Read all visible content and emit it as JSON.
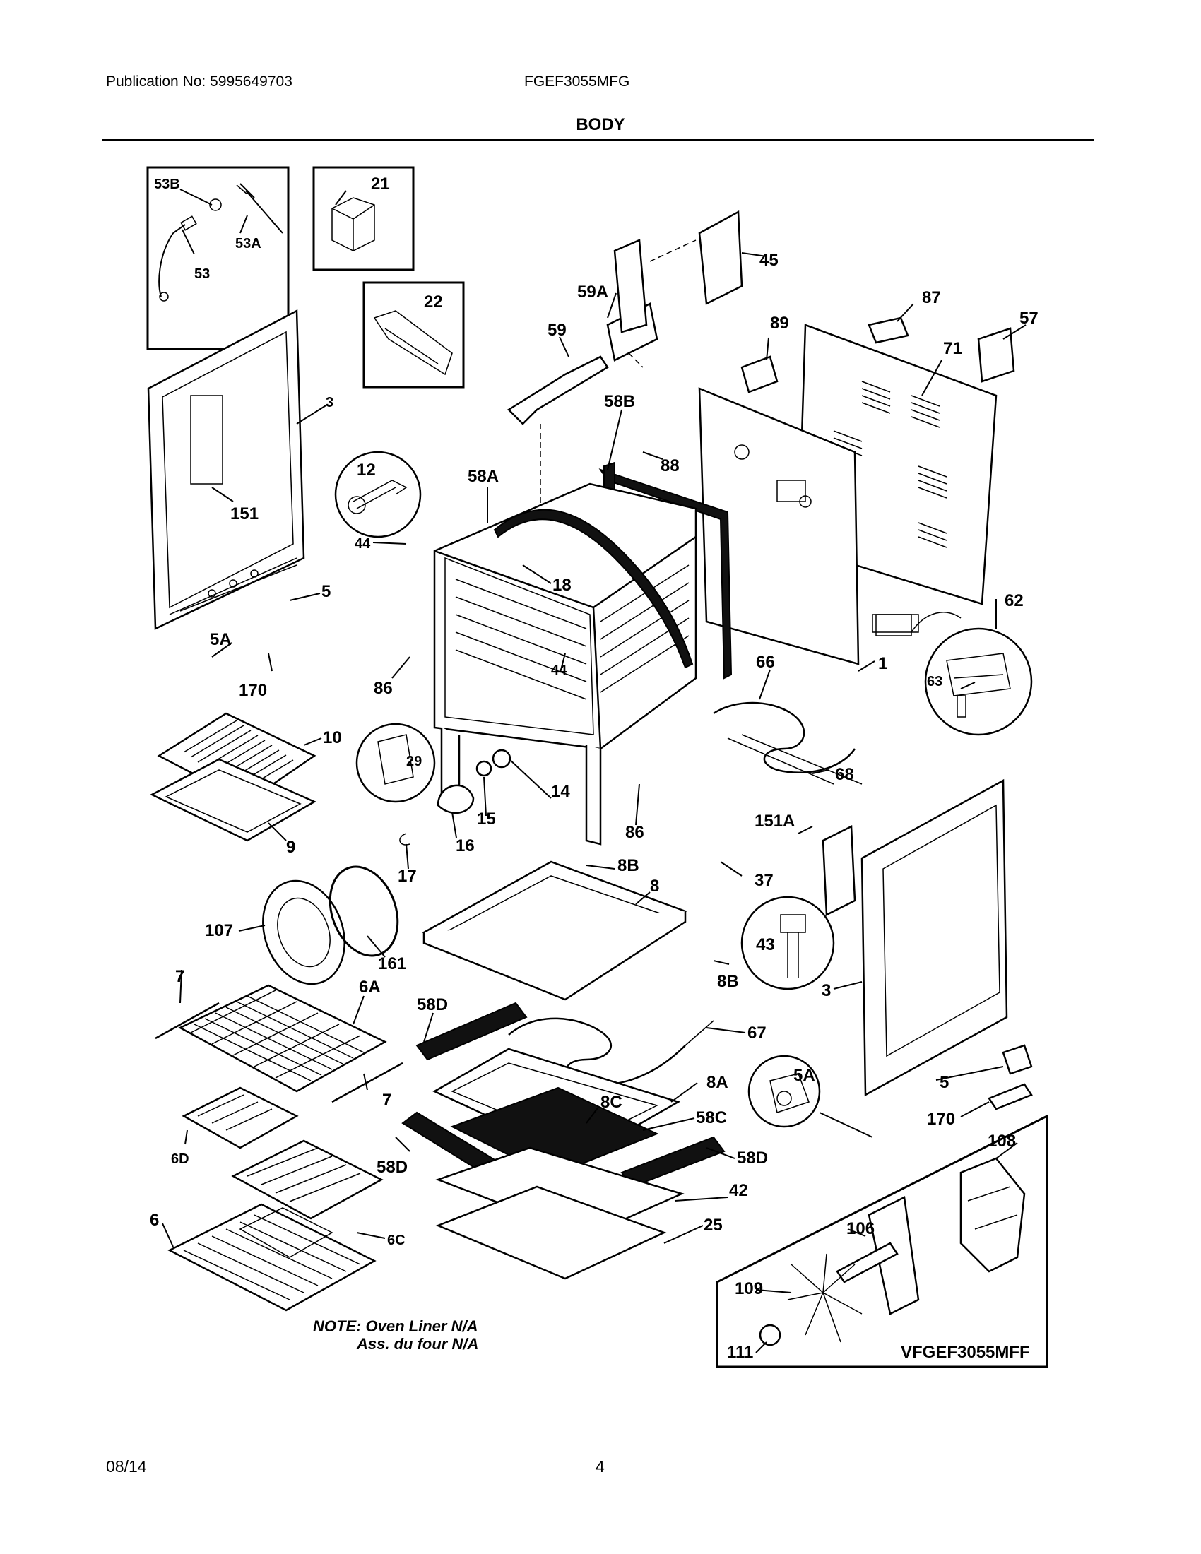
{
  "header": {
    "publication": "Publication No: 5995649703",
    "model": "FGEF3055MFG",
    "section_title": "BODY"
  },
  "labels": {
    "p53B": "53B",
    "p53A": "53A",
    "p53": "53",
    "p21": "21",
    "p22": "22",
    "p45": "45",
    "p59A": "59A",
    "p59": "59",
    "p87": "87",
    "p89": "89",
    "p57": "57",
    "p71": "71",
    "p3_left": "3",
    "p58B": "58B",
    "p88": "88",
    "p12": "12",
    "p58A": "58A",
    "p44_a": "44",
    "p151": "151",
    "p18": "18",
    "p5_left": "5",
    "p5A_left": "5A",
    "p170_left": "170",
    "p86_a": "86",
    "p44_b": "44",
    "p62": "62",
    "p66": "66",
    "p1": "1",
    "p63": "63",
    "p10": "10",
    "p29": "29",
    "p14": "14",
    "p9": "9",
    "p15": "15",
    "p16": "16",
    "p86_b": "86",
    "p68": "68",
    "p151A": "151A",
    "p17": "17",
    "p8B_a": "8B",
    "p37": "37",
    "p8": "8",
    "p107": "107",
    "p161": "161",
    "p43": "43",
    "p8B_b": "8B",
    "p3_right": "3",
    "p7_a": "7",
    "p6A": "6A",
    "p58D_a": "58D",
    "p67": "67",
    "p5A_right": "5A",
    "p7_b": "7",
    "p8A": "8A",
    "p5_right": "5",
    "p8C": "8C",
    "p58C": "58C",
    "p170_right": "170",
    "p6D": "6D",
    "p58D_b": "58D",
    "p58D_c": "58D",
    "p108": "108",
    "p42": "42",
    "p6": "6",
    "p25": "25",
    "p6C": "6C",
    "p106": "106",
    "p109": "109",
    "p111": "111"
  },
  "note": {
    "line1": "NOTE: Oven Liner N/A",
    "line2": "Ass. du four N/A"
  },
  "inset_model": "VFGEF3055MFF",
  "footer": {
    "date": "08/14",
    "page": "4"
  }
}
